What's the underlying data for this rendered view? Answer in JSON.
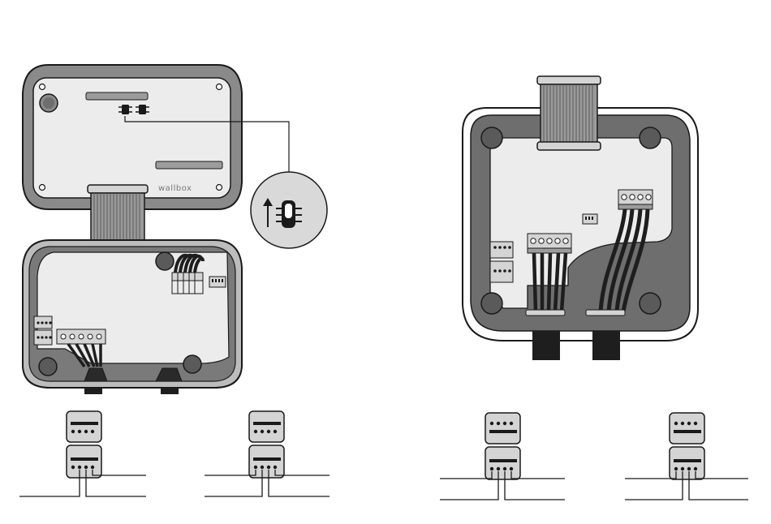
{
  "brand": {
    "logo_text": "wallbox"
  },
  "detail_circle": {
    "arrow_icon": "arrow-up-icon",
    "switch_icon": "dip-switch-icon"
  },
  "colors": {
    "outline": "#1a1a1a",
    "housing_dark": "#6e6e6e",
    "housing_light": "#d4d4d4",
    "board": "#ececec",
    "board_mid": "#c8c8c8",
    "circle_fill": "#d9d9d9",
    "cable_black": "#1e1e1e"
  },
  "wiring_options": [
    {
      "id": "option-1"
    },
    {
      "id": "option-2"
    },
    {
      "id": "option-3"
    },
    {
      "id": "option-4"
    }
  ]
}
